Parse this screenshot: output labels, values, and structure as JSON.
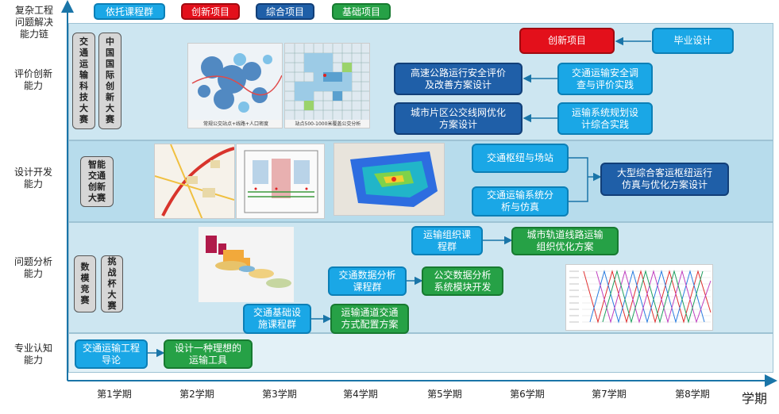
{
  "title": "复杂工程\n问题解决\n能力链",
  "legend": [
    "依托课程群",
    "创新项目",
    "综合项目",
    "基础项目"
  ],
  "x_axis_label": "学期",
  "semesters": [
    "第1学期",
    "第2学期",
    "第3学期",
    "第4学期",
    "第5学期",
    "第6学期",
    "第7学期",
    "第8学期"
  ],
  "levels": [
    "评价创新\n能力",
    "设计开发\n能力",
    "问题分析\n能力",
    "专业认知\n能力"
  ],
  "competitions": {
    "c1": "交\n通\n运\n输\n科\n技\n大\n赛",
    "c2": "中\n国\n国\n际\n创\n新\n大\n赛",
    "c3": "智能\n交通\n创新\n大赛",
    "c4": "数\n模\n竞\n赛",
    "c5": "挑\n战\n杯\n大\n赛"
  },
  "boxes": {
    "innovation_project": "创新项目",
    "graduation_design": "毕业设计",
    "highway_safety": "高速公路运行安全评价\n及改善方案设计",
    "transport_safety_survey": "交通运输安全调\n查与评价实践",
    "bus_network": "城市片区公交线网优化\n方案设计",
    "system_planning": "运输系统规划设\n计综合实践",
    "hub_station": "交通枢纽与场站",
    "transport_simulation": "交通运输系统分\n析与仿真",
    "passenger_hub_sim": "大型综合客运枢纽运行\n仿真与优化方案设计",
    "transport_org": "运输组织课\n程群",
    "rail_optimization": "城市轨道线路运输\n组织优化方案",
    "data_analysis": "交通数据分析\n课程群",
    "bus_data_module": "公交数据分析\n系统模块开发",
    "infrastructure": "交通基础设\n施课程群",
    "channel_config": "运输通道交通\n方式配置方案",
    "intro": "交通运输工程\n导论",
    "ideal_vehicle": "设计一种理想的\n运输工具"
  },
  "image_captions": {
    "map1": "常规公交站点+线路+人口密度",
    "map2": "站点500-1000米覆盖公交分析"
  }
}
